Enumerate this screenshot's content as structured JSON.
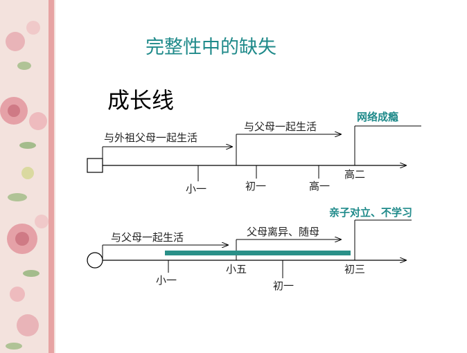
{
  "slide": {
    "title": "完整性中的缺失",
    "heading": "成长线"
  },
  "timeline1": {
    "phase_before": "与外祖父母一起生活",
    "phase_after": "与父母一起生活",
    "event": "网络成瘾",
    "ticks": [
      "小一",
      "初一",
      "高一",
      "高二"
    ]
  },
  "timeline2": {
    "phase_before": "与父母一起生活",
    "phase_after": "父母离异、随母",
    "event": "亲子对立、不学习",
    "ticks": [
      "小一",
      "小五",
      "初一",
      "初三"
    ]
  },
  "colors": {
    "accent": "#1f8a8a",
    "bar": "#2a9088",
    "line": "#000000"
  }
}
